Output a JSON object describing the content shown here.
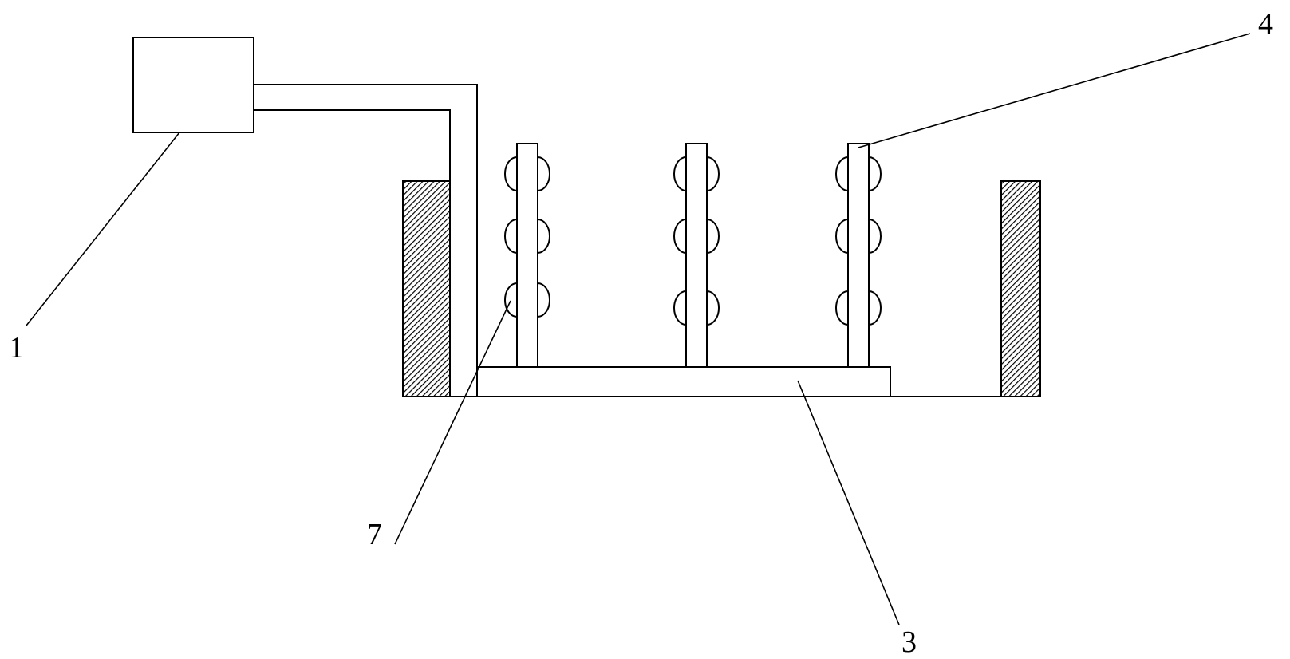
{
  "labels": {
    "l1": "1",
    "l3": "3",
    "l4": "4",
    "l7": "7"
  },
  "colors": {
    "line": "#000000",
    "background": "#ffffff",
    "hatch": "#000000"
  }
}
